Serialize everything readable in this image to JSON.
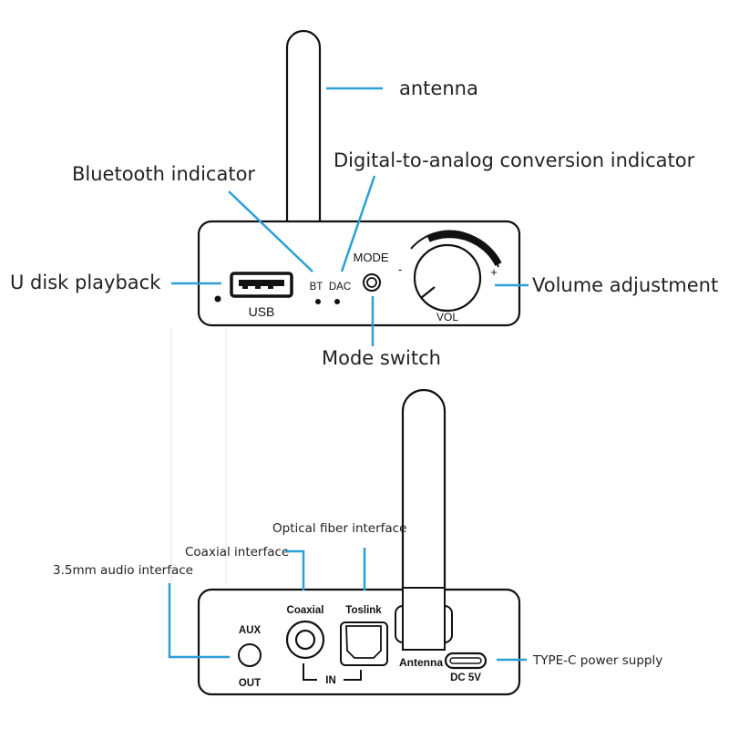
{
  "front_panel": {
    "callouts": {
      "antenna": "antenna",
      "dac_indicator": "Digital-to-analog conversion indicator",
      "bt_indicator": "Bluetooth indicator",
      "u_disk": "U disk playback",
      "volume": "Volume adjustment",
      "mode_switch": "Mode switch"
    },
    "labels": {
      "usb": "USB",
      "bt": "BT",
      "dac": "DAC",
      "mode": "MODE",
      "vol": "VOL",
      "minus": "-",
      "plus": "+"
    }
  },
  "rear_panel": {
    "callouts": {
      "optical": "Optical fiber interface",
      "coaxial": "Coaxial interface",
      "audio_35mm": "3.5mm audio interface",
      "type_c": "TYPE-C power supply"
    },
    "labels": {
      "aux": "AUX",
      "out": "OUT",
      "coaxial": "Coaxial",
      "toslink": "Toslink",
      "in": "IN",
      "antenna": "Antenna",
      "dc": "DC 5V"
    }
  },
  "colors": {
    "leader_line": "#2c9fd6",
    "outline": "#111111",
    "text": "#222222"
  }
}
